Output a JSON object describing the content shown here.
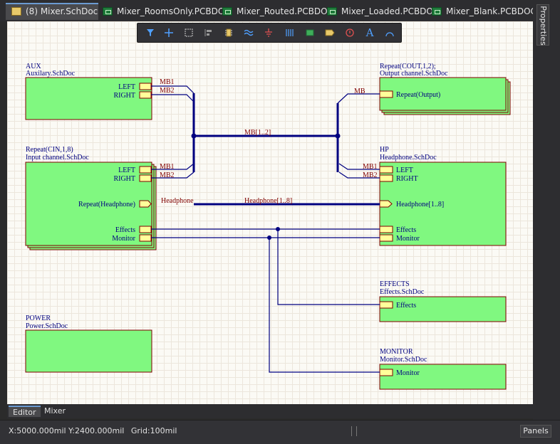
{
  "tabs": [
    {
      "label": "(8) Mixer.SchDoc",
      "active": true,
      "icon": "schematic-doc-icon"
    },
    {
      "label": "Mixer_RoomsOnly.PCBDOC",
      "icon": "pcb-doc-icon"
    },
    {
      "label": "Mixer_Routed.PCBDOC",
      "icon": "pcb-doc-icon"
    },
    {
      "label": "Mixer_Loaded.PCBDOC",
      "icon": "pcb-doc-icon"
    },
    {
      "label": "Mixer_Blank.PCBDOC",
      "icon": "pcb-doc-icon"
    }
  ],
  "properties_panel_tab": "Properties",
  "toolbar_icons": [
    "filter-icon",
    "move-icon",
    "select-rect-icon",
    "align-icon",
    "part-icon",
    "bus-icon",
    "ground-icon",
    "harness-icon",
    "sheet-symbol-icon",
    "port-icon",
    "no-erc-icon",
    "text-icon",
    "arc-icon"
  ],
  "sheets": {
    "aux": {
      "designator": "AUX",
      "filename": "Auxilary.SchDoc",
      "entries": [
        "LEFT",
        "RIGHT"
      ]
    },
    "output": {
      "designator": "Repeat(COUT,1,2);",
      "filename": "Output channel.SchDoc",
      "entries": [
        "Repeat(Output)"
      ]
    },
    "input": {
      "designator": "Repeat(CIN,1,8)",
      "filename": "Input channel.SchDoc",
      "entries": [
        "LEFT",
        "RIGHT",
        "Repeat(Headphone)",
        "Effects",
        "Monitor"
      ]
    },
    "hp": {
      "designator": "HP",
      "filename": "Headphone.SchDoc",
      "entries": [
        "LEFT",
        "RIGHT",
        "Headphone[1..8]",
        "Effects",
        "Monitor"
      ]
    },
    "effects": {
      "designator": "EFFECTS",
      "filename": "Effects.SchDoc",
      "entries": [
        "Effects"
      ]
    },
    "power": {
      "designator": "POWER",
      "filename": "Power.SchDoc"
    },
    "monitor": {
      "designator": "MONITOR",
      "filename": "Monitor.SchDoc",
      "entries": [
        "Monitor"
      ]
    }
  },
  "net_labels": {
    "aux_mb1": "MB1",
    "aux_mb2": "MB2",
    "in_mb1": "MB1",
    "in_mb2": "MB2",
    "hp_mb1": "MB1",
    "hp_mb2": "MB2",
    "out_mb": "MB",
    "bus": "MB[1..2]",
    "headphone": "Headphone",
    "headphone_bus": "Headphone[1..8]"
  },
  "bottom_tabs": [
    "Editor",
    "Mixer"
  ],
  "status": {
    "coords": "X:5000.000mil Y:2400.000mil",
    "grid": "Grid:100mil"
  },
  "panels_button": "Panels",
  "colors": {
    "sheet_fill": "#80f880",
    "wire": "#000080",
    "entry_fill": "#ffff9a",
    "text": "#800000",
    "label": "#0000a0"
  }
}
